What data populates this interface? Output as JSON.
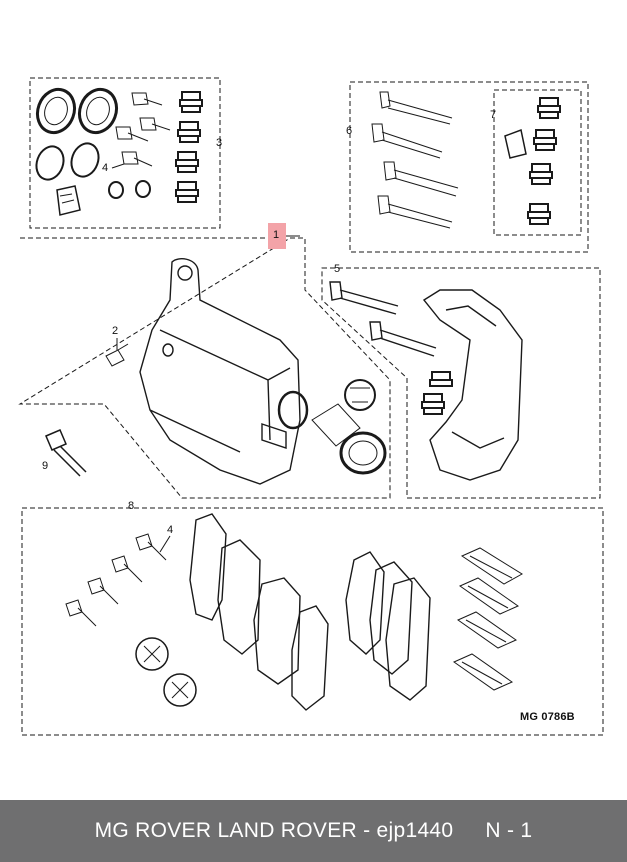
{
  "callouts": {
    "c1": "1",
    "c2": "2",
    "c3": "3",
    "c4_top": "4",
    "c4_bottom": "4",
    "c5": "5",
    "c6": "6",
    "c7": "7",
    "c8": "8",
    "c9": "9"
  },
  "reference_code": "MG 0786B",
  "footer": {
    "brand": "MG ROVER LAND ROVER - ejp1440",
    "page": "N - 1"
  },
  "colors": {
    "footer_bg": "#6f6f70",
    "highlight": "#f3a3a8",
    "line": "#1a1a1a"
  }
}
